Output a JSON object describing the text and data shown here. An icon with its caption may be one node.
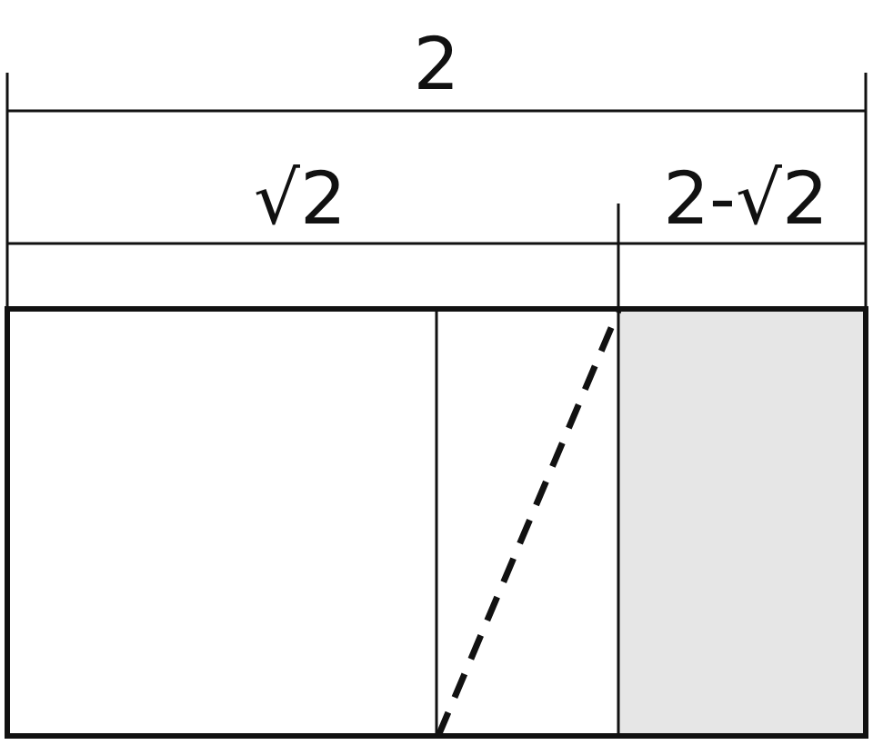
{
  "diagram": {
    "labels": [
      "2",
      "√2",
      "2-√2"
    ]
  }
}
